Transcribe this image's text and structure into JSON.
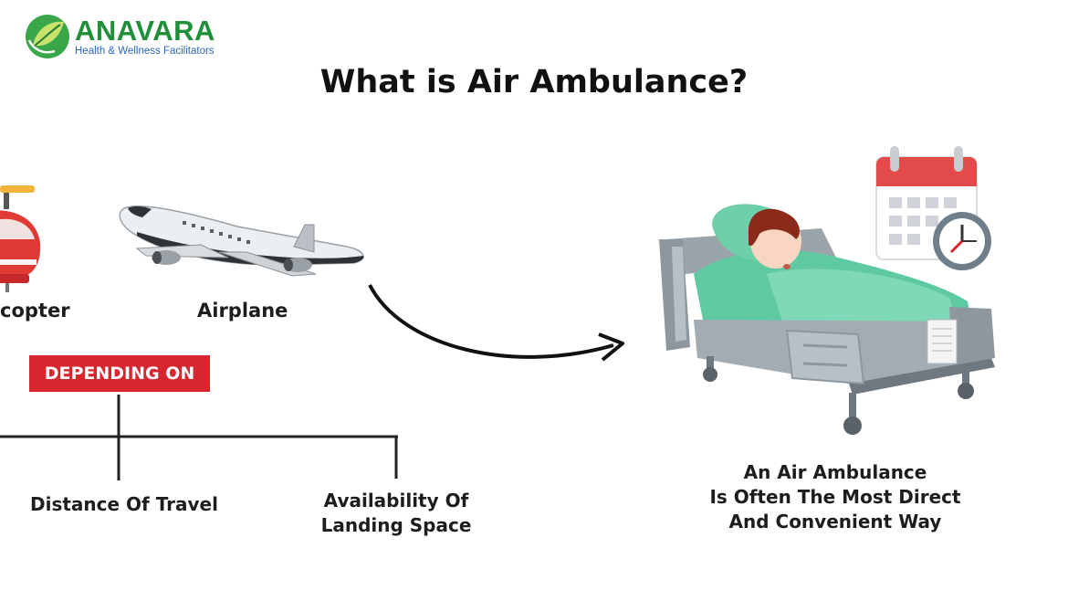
{
  "logo": {
    "name": "ANAVARA",
    "tagline": "Health & Wellness Facilitators"
  },
  "title": "What is Air Ambulance?",
  "transports": [
    {
      "label": "copter",
      "icon": "helicopter-icon"
    },
    {
      "label": "Airplane",
      "icon": "airplane-icon"
    }
  ],
  "depending_on": "DEPENDING ON",
  "factors": [
    {
      "label": "Distance Of Travel"
    },
    {
      "label": "Availability Of Landing Space"
    }
  ],
  "conclusion": {
    "lines": [
      "An Air Ambulance",
      "Is Often The Most Direct",
      "And Convenient Way"
    ]
  },
  "colors": {
    "brand_green": "#1f8f3a",
    "brand_blue": "#2a67b8",
    "accent_red": "#d7262e",
    "bed_teal": "#5fcaa1"
  }
}
